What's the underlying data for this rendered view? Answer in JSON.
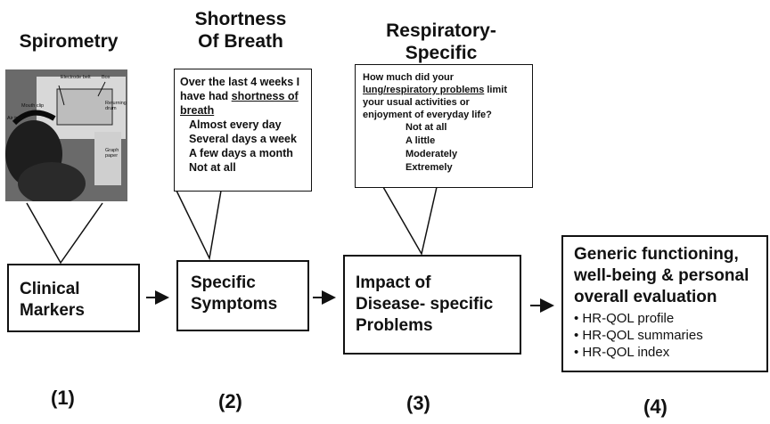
{
  "headers": {
    "spirometry": "Spirometry",
    "shortness_l1": "Shortness",
    "shortness_l2": "Of Breath",
    "respiratory_l1": "Respiratory-",
    "respiratory_l2": "Specific"
  },
  "photo_labels": {
    "l1": "Electrode belt",
    "l2": "Mouth clip",
    "l3": "Air tube",
    "l4": "Box",
    "l5": "Returning drum",
    "l6": "Graph paper"
  },
  "bubble2": {
    "line1": "Over the last 4 weeks I",
    "line2a": "have had ",
    "line2b": "shortness of",
    "line3": "breath",
    "options": [
      "Almost every day",
      "Several days a week",
      "A few days a month",
      "Not at all"
    ]
  },
  "bubble3": {
    "line1": "How  much did your",
    "line2a": "lung/respiratory problems",
    "line2b": " limit",
    "line3": "your usual activities or",
    "line4": "enjoyment of everyday life?",
    "options": [
      "Not at all",
      "A little",
      "Moderately",
      "Extremely"
    ]
  },
  "boxes": {
    "b1_l1": "Clinical",
    "b1_l2": "Markers",
    "b2_l1": "Specific",
    "b2_l2": "Symptoms",
    "b3_l1": "Impact of",
    "b3_l2": "Disease- specific",
    "b3_l3": "Problems",
    "b4_l1": "Generic functioning,",
    "b4_l2": "well-being & personal",
    "b4_l3": "overall evaluation",
    "b4_items": [
      "HR-QOL profile",
      "HR-QOL summaries",
      "HR-QOL index"
    ]
  },
  "numbers": [
    "(1)",
    "(2)",
    "(3)",
    "(4)"
  ]
}
